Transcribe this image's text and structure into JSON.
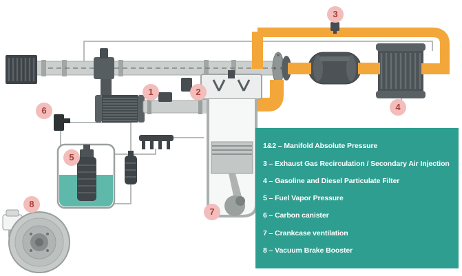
{
  "legend": {
    "items": [
      "1&2 – Manifold Absolute Pressure",
      "3 – Exhaust Gas Recirculation / Secondary Air Injection",
      "4 – Gasoline and Diesel Particulate Filter",
      "5 – Fuel Vapor Pressure",
      "6 – Carbon canister",
      "7 – Crankcase ventilation",
      "8 – Vacuum Brake Booster"
    ],
    "background": "#2D9E90",
    "text_color": "#FFFFFF"
  },
  "callouts": {
    "numbers": [
      "1",
      "2",
      "3",
      "4",
      "5",
      "6",
      "7",
      "8"
    ],
    "background": "#F2BDBA",
    "text_color": "#A8403C"
  },
  "colors": {
    "exhaust_orange": "#F3A73B",
    "pipe_gray": "#CBCFCE",
    "component_dark": "#4C5255",
    "tank_fluid": "#5FB9AB",
    "background": "#FFFFFF"
  }
}
